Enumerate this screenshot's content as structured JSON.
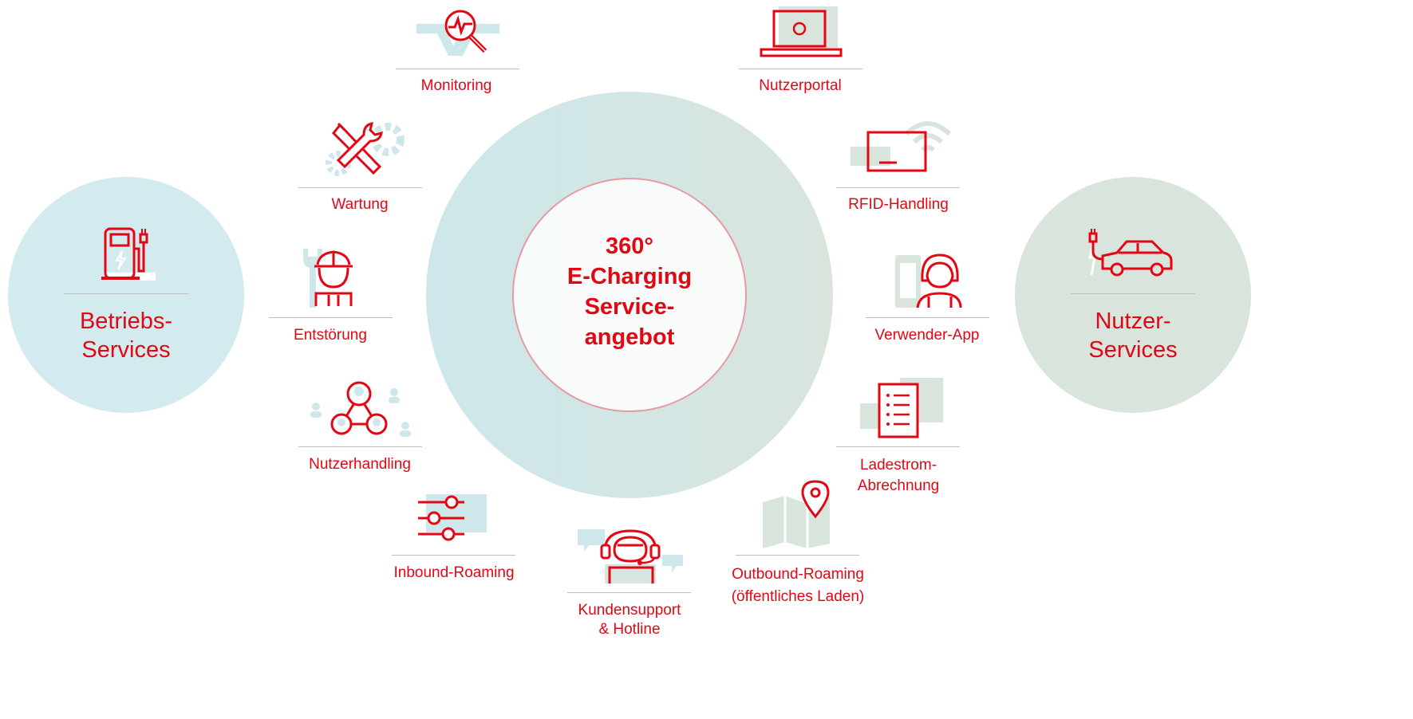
{
  "center": {
    "line1": "360°",
    "line2": "E-Charging",
    "line3": "Service-",
    "line4": "angebot"
  },
  "left_group": {
    "line1": "Betriebs-",
    "line2": "Services"
  },
  "right_group": {
    "line1": "Nutzer-",
    "line2": "Services"
  },
  "services": {
    "monitoring": "Monitoring",
    "wartung": "Wartung",
    "entstoerung": "Entstörung",
    "nutzerhandling": "Nutzerhandling",
    "inbound_roaming": "Inbound-Roaming",
    "kundensupport_1": "Kundensupport",
    "kundensupport_2": "& Hotline",
    "outbound_roaming_1": "Outbound-Roaming",
    "outbound_roaming_2": "(öffentliches Laden)",
    "ladestrom_1": "Ladestrom-",
    "ladestrom_2": "Abrechnung",
    "verwender_app": "Verwender-App",
    "rfid_handling": "RFID-Handling",
    "nutzerportal": "Nutzerportal"
  },
  "colors": {
    "accent_red": "#e30613",
    "blue_tint": "#d0e8ec",
    "green_tint": "#d9e4dc",
    "rule_gray": "#bfbfbf"
  },
  "icons": {
    "monitoring": "magnifier-pulse-icon",
    "wartung": "wrench-screwdriver-gear-icon",
    "entstoerung": "technician-helmet-icon",
    "nutzerhandling": "user-network-icon",
    "inbound_roaming": "sliders-icon",
    "kundensupport": "headset-agent-icon",
    "outbound_roaming": "map-pin-icon",
    "ladestrom": "invoice-list-icon",
    "verwender_app": "user-phone-icon",
    "rfid_handling": "rfid-card-icon",
    "nutzerportal": "laptop-icon",
    "betriebs_services": "charging-station-icon",
    "nutzer_services": "electric-car-icon"
  }
}
